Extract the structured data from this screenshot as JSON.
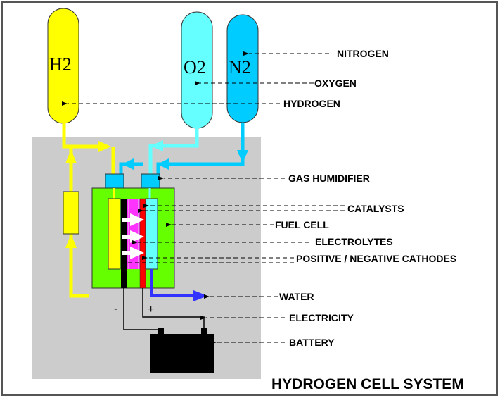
{
  "title": "HYDROGEN CELL SYSTEM",
  "tanks": [
    {
      "id": "h2",
      "label": "H2",
      "color": "#FFFF00"
    },
    {
      "id": "o2",
      "label": "O2",
      "color": "#66FFFF"
    },
    {
      "id": "n2",
      "label": "N2",
      "color": "#00CCFF"
    }
  ],
  "labels": {
    "nitrogen": "NITROGEN",
    "oxygen": "OXYGEN",
    "hydrogen": "HYDROGEN",
    "gas_humidifier": "GAS HUMIDIFIER",
    "catalysts": "CATALYSTS",
    "fuel_cell": "FUEL CELL",
    "electrolytes": "ELECTROLYTES",
    "cathodes": "POSITIVE / NEGATIVE CATHODES",
    "water": "WATER",
    "electricity": "ELECTRICITY",
    "battery": "BATTERY"
  },
  "terminals": {
    "negative": "-",
    "positive": "+"
  },
  "colors": {
    "system_bg": "#CCCCCC",
    "fuel_cell": "#66FF00",
    "hydrogen_line": "#FFFF00",
    "oxygen_line": "#66FFFF",
    "nitrogen_line": "#00CCFF",
    "electrolyte": "#FF33FF",
    "positive_plate": "#FF0000",
    "water_line": "#3333FF",
    "battery": "#000000"
  }
}
